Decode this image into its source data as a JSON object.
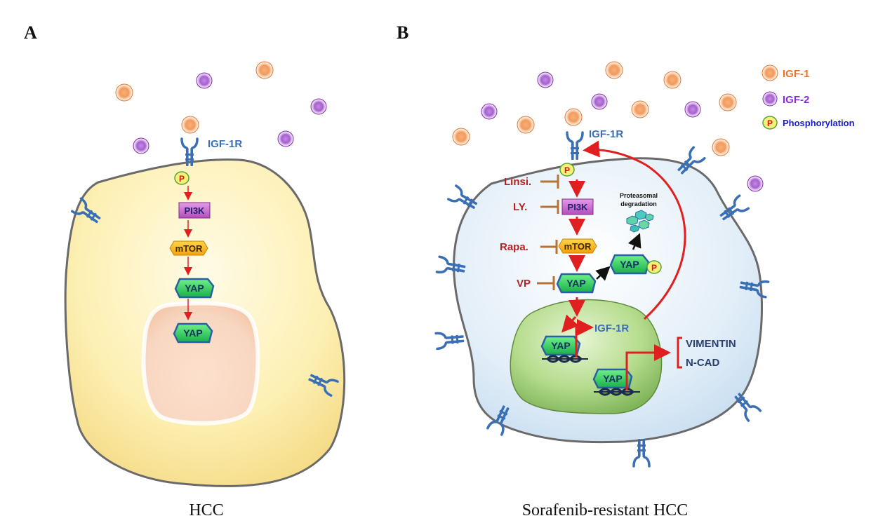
{
  "panels": {
    "a": {
      "letter": "A",
      "caption": "HCC"
    },
    "b": {
      "letter": "B",
      "caption": "Sorafenib-resistant HCC"
    }
  },
  "labels": {
    "receptor": "IGF-1R",
    "phospho": "P",
    "pi3k": "PI3K",
    "mtor": "mTOR",
    "yap": "YAP",
    "proteasomal": "Proteasomal",
    "degradation": "degradation",
    "vimentin": "VIMENTIN",
    "ncad": "N-CAD"
  },
  "inhibitors": [
    "Linsi.",
    "LY.",
    "Rapa.",
    "VP"
  ],
  "legend": [
    {
      "label": "IGF-1",
      "kind": "igf1"
    },
    {
      "label": "IGF-2",
      "kind": "igf2"
    },
    {
      "label": "Phosphorylation",
      "kind": "phospho"
    }
  ],
  "colors": {
    "igf1": "#f4a460",
    "igf2": "#b86ed8",
    "receptor": "#3a6fb5",
    "inhibitor": "#b22222",
    "arrow": "#e02020",
    "legend_igf1": "#e8742a",
    "legend_igf2": "#8a2be2",
    "legend_phospho": "#1a1acd"
  }
}
